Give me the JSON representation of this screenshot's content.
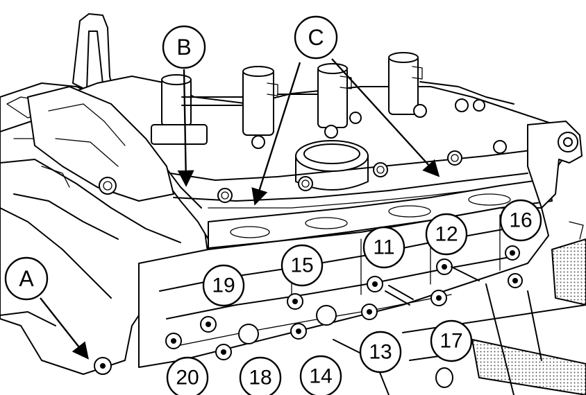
{
  "diagram": {
    "letter_callouts": [
      {
        "id": "A",
        "label": "A"
      },
      {
        "id": "B",
        "label": "B"
      },
      {
        "id": "C",
        "label": "C"
      }
    ],
    "number_callouts": [
      {
        "id": "n11",
        "label": "11"
      },
      {
        "id": "n12",
        "label": "12"
      },
      {
        "id": "n13",
        "label": "13"
      },
      {
        "id": "n14",
        "label": "14"
      },
      {
        "id": "n15",
        "label": "15"
      },
      {
        "id": "n16",
        "label": "16"
      },
      {
        "id": "n17",
        "label": "17"
      },
      {
        "id": "n18",
        "label": "18"
      },
      {
        "id": "n19",
        "label": "19"
      },
      {
        "id": "n20",
        "label": "20"
      }
    ]
  }
}
